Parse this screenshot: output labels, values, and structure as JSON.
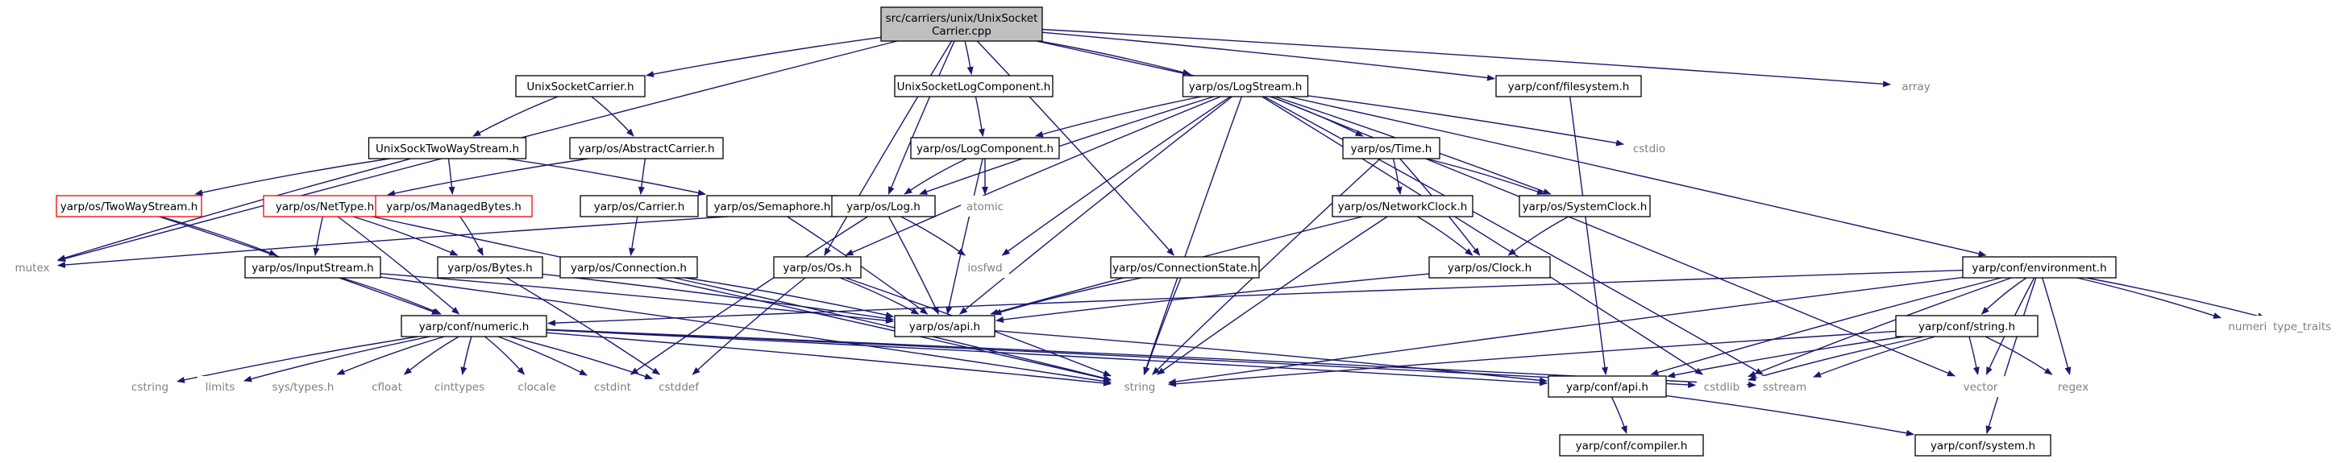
{
  "colors": {
    "edge": "#191970",
    "root_fill": "#bfbfbf",
    "node_border": "#000000",
    "missing_border": "#ff0000",
    "external_text": "#808080"
  },
  "nodes": [
    {
      "id": "root",
      "lines": [
        "src/carriers/unix/UnixSocket",
        "Carrier.cpp"
      ],
      "style": "root"
    },
    {
      "id": "UnixSocketCarrier",
      "lines": [
        "UnixSocketCarrier.h"
      ],
      "style": "normal"
    },
    {
      "id": "UnixSocketLogComponent",
      "lines": [
        "UnixSocketLogComponent.h"
      ],
      "style": "normal"
    },
    {
      "id": "LogStream",
      "lines": [
        "yarp/os/LogStream.h"
      ],
      "style": "normal"
    },
    {
      "id": "filesystem",
      "lines": [
        "yarp/conf/filesystem.h"
      ],
      "style": "normal"
    },
    {
      "id": "array",
      "lines": [
        "array"
      ],
      "style": "external"
    },
    {
      "id": "UnixSockTwoWayStream",
      "lines": [
        "UnixSockTwoWayStream.h"
      ],
      "style": "normal"
    },
    {
      "id": "AbstractCarrier",
      "lines": [
        "yarp/os/AbstractCarrier.h"
      ],
      "style": "normal"
    },
    {
      "id": "LogComponent",
      "lines": [
        "yarp/os/LogComponent.h"
      ],
      "style": "normal"
    },
    {
      "id": "Time",
      "lines": [
        "yarp/os/Time.h"
      ],
      "style": "normal"
    },
    {
      "id": "cstdio",
      "lines": [
        "cstdio"
      ],
      "style": "external"
    },
    {
      "id": "TwoWayStream",
      "lines": [
        "yarp/os/TwoWayStream.h"
      ],
      "style": "missing"
    },
    {
      "id": "NetType",
      "lines": [
        "yarp/os/NetType.h"
      ],
      "style": "missing"
    },
    {
      "id": "ManagedBytes",
      "lines": [
        "yarp/os/ManagedBytes.h"
      ],
      "style": "missing"
    },
    {
      "id": "Carrier",
      "lines": [
        "yarp/os/Carrier.h"
      ],
      "style": "normal"
    },
    {
      "id": "Semaphore",
      "lines": [
        "yarp/os/Semaphore.h"
      ],
      "style": "normal"
    },
    {
      "id": "Log",
      "lines": [
        "yarp/os/Log.h"
      ],
      "style": "normal"
    },
    {
      "id": "atomic",
      "lines": [
        "atomic"
      ],
      "style": "external"
    },
    {
      "id": "NetworkClock",
      "lines": [
        "yarp/os/NetworkClock.h"
      ],
      "style": "normal"
    },
    {
      "id": "SystemClock",
      "lines": [
        "yarp/os/SystemClock.h"
      ],
      "style": "normal"
    },
    {
      "id": "mutex",
      "lines": [
        "mutex"
      ],
      "style": "external"
    },
    {
      "id": "InputStream",
      "lines": [
        "yarp/os/InputStream.h"
      ],
      "style": "normal"
    },
    {
      "id": "Bytes",
      "lines": [
        "yarp/os/Bytes.h"
      ],
      "style": "normal"
    },
    {
      "id": "Connection",
      "lines": [
        "yarp/os/Connection.h"
      ],
      "style": "normal"
    },
    {
      "id": "Os",
      "lines": [
        "yarp/os/Os.h"
      ],
      "style": "normal"
    },
    {
      "id": "iosfwd",
      "lines": [
        "iosfwd"
      ],
      "style": "external"
    },
    {
      "id": "ConnectionState",
      "lines": [
        "yarp/os/ConnectionState.h"
      ],
      "style": "normal"
    },
    {
      "id": "Clock",
      "lines": [
        "yarp/os/Clock.h"
      ],
      "style": "normal"
    },
    {
      "id": "environment",
      "lines": [
        "yarp/conf/environment.h"
      ],
      "style": "normal"
    },
    {
      "id": "numeric",
      "lines": [
        "yarp/conf/numeric.h"
      ],
      "style": "normal"
    },
    {
      "id": "osapi",
      "lines": [
        "yarp/os/api.h"
      ],
      "style": "normal"
    },
    {
      "id": "confstring",
      "lines": [
        "yarp/conf/string.h"
      ],
      "style": "normal"
    },
    {
      "id": "numeric_ext",
      "lines": [
        "numeric"
      ],
      "style": "external"
    },
    {
      "id": "type_traits",
      "lines": [
        "type_traits"
      ],
      "style": "external"
    },
    {
      "id": "cstring",
      "lines": [
        "cstring"
      ],
      "style": "external"
    },
    {
      "id": "limits",
      "lines": [
        "limits"
      ],
      "style": "external"
    },
    {
      "id": "systypes",
      "lines": [
        "sys/types.h"
      ],
      "style": "external"
    },
    {
      "id": "cfloat",
      "lines": [
        "cfloat"
      ],
      "style": "external"
    },
    {
      "id": "cinttypes",
      "lines": [
        "cinttypes"
      ],
      "style": "external"
    },
    {
      "id": "clocale",
      "lines": [
        "clocale"
      ],
      "style": "external"
    },
    {
      "id": "cstdint",
      "lines": [
        "cstdint"
      ],
      "style": "external"
    },
    {
      "id": "cstddef",
      "lines": [
        "cstddef"
      ],
      "style": "external"
    },
    {
      "id": "string",
      "lines": [
        "string"
      ],
      "style": "external"
    },
    {
      "id": "confapi",
      "lines": [
        "yarp/conf/api.h"
      ],
      "style": "normal"
    },
    {
      "id": "cstdlib",
      "lines": [
        "cstdlib"
      ],
      "style": "external"
    },
    {
      "id": "sstream",
      "lines": [
        "sstream"
      ],
      "style": "external"
    },
    {
      "id": "vector",
      "lines": [
        "vector"
      ],
      "style": "external"
    },
    {
      "id": "regex",
      "lines": [
        "regex"
      ],
      "style": "external"
    },
    {
      "id": "compiler",
      "lines": [
        "yarp/conf/compiler.h"
      ],
      "style": "normal"
    },
    {
      "id": "system",
      "lines": [
        "yarp/conf/system.h"
      ],
      "style": "normal"
    }
  ],
  "edges": [
    [
      "root",
      "UnixSocketCarrier"
    ],
    [
      "root",
      "UnixSocketLogComponent"
    ],
    [
      "root",
      "LogStream"
    ],
    [
      "root",
      "filesystem"
    ],
    [
      "root",
      "array"
    ],
    [
      "root",
      "mutex"
    ],
    [
      "root",
      "Log"
    ],
    [
      "root",
      "Os"
    ],
    [
      "root",
      "ConnectionState"
    ],
    [
      "root",
      "environment"
    ],
    [
      "UnixSocketCarrier",
      "UnixSockTwoWayStream"
    ],
    [
      "UnixSocketCarrier",
      "AbstractCarrier"
    ],
    [
      "UnixSockTwoWayStream",
      "TwoWayStream"
    ],
    [
      "UnixSockTwoWayStream",
      "ManagedBytes"
    ],
    [
      "UnixSockTwoWayStream",
      "Semaphore"
    ],
    [
      "UnixSockTwoWayStream",
      "mutex"
    ],
    [
      "AbstractCarrier",
      "NetType"
    ],
    [
      "AbstractCarrier",
      "Carrier"
    ],
    [
      "TwoWayStream",
      "InputStream"
    ],
    [
      "TwoWayStream",
      "numeric"
    ],
    [
      "NetType",
      "InputStream"
    ],
    [
      "NetType",
      "Bytes"
    ],
    [
      "NetType",
      "numeric"
    ],
    [
      "NetType",
      "string"
    ],
    [
      "ManagedBytes",
      "Bytes"
    ],
    [
      "Carrier",
      "Connection"
    ],
    [
      "Semaphore",
      "osapi"
    ],
    [
      "UnixSocketLogComponent",
      "LogComponent"
    ],
    [
      "LogComponent",
      "Log"
    ],
    [
      "LogComponent",
      "atomic"
    ],
    [
      "LogComponent",
      "osapi"
    ],
    [
      "LogStream",
      "LogComponent"
    ],
    [
      "LogStream",
      "Log"
    ],
    [
      "LogStream",
      "Os"
    ],
    [
      "LogStream",
      "Time"
    ],
    [
      "LogStream",
      "SystemClock"
    ],
    [
      "LogStream",
      "cstdio"
    ],
    [
      "LogStream",
      "iosfwd"
    ],
    [
      "LogStream",
      "osapi"
    ],
    [
      "LogStream",
      "string"
    ],
    [
      "LogStream",
      "sstream"
    ],
    [
      "LogStream",
      "cstdlib"
    ],
    [
      "LogStream",
      "vector"
    ],
    [
      "Time",
      "NetworkClock"
    ],
    [
      "Time",
      "SystemClock"
    ],
    [
      "Time",
      "Clock"
    ],
    [
      "Time",
      "string"
    ],
    [
      "NetworkClock",
      "Clock"
    ],
    [
      "NetworkClock",
      "osapi"
    ],
    [
      "NetworkClock",
      "string"
    ],
    [
      "SystemClock",
      "Clock"
    ],
    [
      "Clock",
      "osapi"
    ],
    [
      "Log",
      "mutex"
    ],
    [
      "Log",
      "iosfwd"
    ],
    [
      "Log",
      "osapi"
    ],
    [
      "Log",
      "cstdint"
    ],
    [
      "InputStream",
      "numeric"
    ],
    [
      "InputStream",
      "osapi"
    ],
    [
      "InputStream",
      "string"
    ],
    [
      "Bytes",
      "osapi"
    ],
    [
      "Bytes",
      "cstddef"
    ],
    [
      "Connection",
      "osapi"
    ],
    [
      "Connection",
      "string"
    ],
    [
      "Os",
      "osapi"
    ],
    [
      "Os",
      "string"
    ],
    [
      "Os",
      "cstddef"
    ],
    [
      "ConnectionState",
      "osapi"
    ],
    [
      "ConnectionState",
      "string"
    ],
    [
      "filesystem",
      "confapi"
    ],
    [
      "environment",
      "numeric"
    ],
    [
      "environment",
      "confstring"
    ],
    [
      "environment",
      "numeric_ext"
    ],
    [
      "environment",
      "type_traits"
    ],
    [
      "environment",
      "string"
    ],
    [
      "environment",
      "cstdlib"
    ],
    [
      "environment",
      "vector"
    ],
    [
      "environment",
      "regex"
    ],
    [
      "environment",
      "confapi"
    ],
    [
      "environment",
      "system"
    ],
    [
      "confstring",
      "string"
    ],
    [
      "confstring",
      "sstream"
    ],
    [
      "confstring",
      "vector"
    ],
    [
      "confstring",
      "regex"
    ],
    [
      "confstring",
      "confapi"
    ],
    [
      "confstring",
      "cstdlib"
    ],
    [
      "numeric",
      "cstring"
    ],
    [
      "numeric",
      "limits"
    ],
    [
      "numeric",
      "systypes"
    ],
    [
      "numeric",
      "cfloat"
    ],
    [
      "numeric",
      "cinttypes"
    ],
    [
      "numeric",
      "clocale"
    ],
    [
      "numeric",
      "cstdint"
    ],
    [
      "numeric",
      "cstddef"
    ],
    [
      "numeric",
      "string"
    ],
    [
      "numeric",
      "confapi"
    ],
    [
      "numeric",
      "cstdlib"
    ],
    [
      "numeric",
      "sstream"
    ],
    [
      "osapi",
      "confapi"
    ],
    [
      "confapi",
      "compiler"
    ],
    [
      "confapi",
      "system"
    ]
  ]
}
